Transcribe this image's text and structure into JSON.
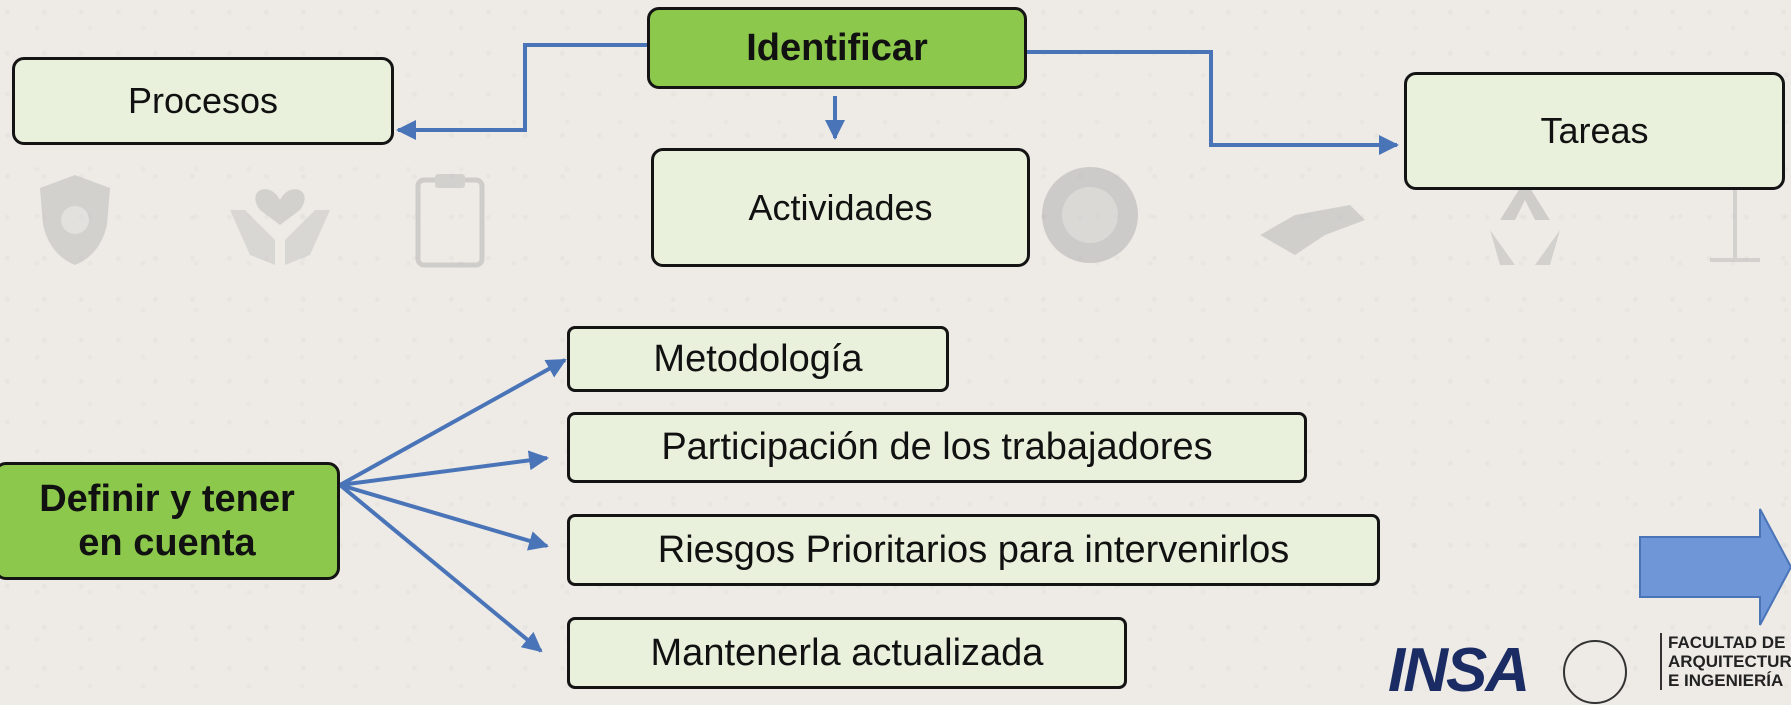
{
  "top": {
    "center": "Identificar",
    "left": "Procesos",
    "middle": "Actividades",
    "right": "Tareas"
  },
  "bottom": {
    "source": "Definir y tener en cuenta",
    "items": [
      "Metodología",
      "Participación de los trabajadores",
      "Riesgos Prioritarios para intervenirlos",
      "Mantenerla actualizada"
    ]
  },
  "footer": {
    "logo1": "INSA",
    "faculty": "FACULTAD DE ARQUITECTURA E INGENIERÍA"
  },
  "colors": {
    "box_fill": "#e9f0dc",
    "accent_green": "#8cc84b",
    "connector": "#4a74b8",
    "next_arrow": "#6f97d8"
  }
}
